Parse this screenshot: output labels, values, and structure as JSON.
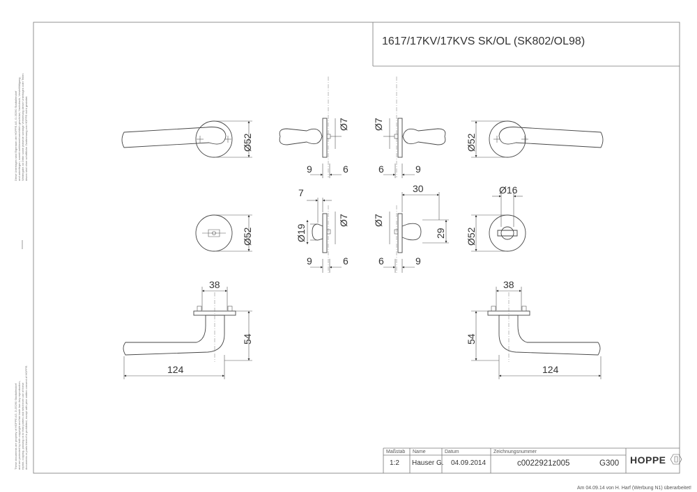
{
  "title": "1617/17KV/17KVS SK/OL (SK802/OL98)",
  "side_notes": {
    "german_lines": [
      "Diese Unterlagen sind Eigentum der HOPPE AG, D-35260 Stadtallendorf",
      "und unterliegen, soweit wettbewerbsrechtlich geschützt, Nachdruck, Vervielfältigung,",
      "Weitergabe an Dritte sowie jedwede sonstige Verwertung dieser Unterlagen oder Teilen",
      "davon sind ohne schriftliche Zustimmung von HOPPE nicht gestattet."
    ],
    "english_lines": [
      "These documents are property of HOPPE AG, D-35260 Stadtallendorf",
      "and are protected by both copyright and fair trade law. Any reproduction,",
      "reprint, copying, passing on to third parties and whichever use of these",
      "documents or parts thereof is prohibited, except with prior written consent of HOPPE."
    ]
  },
  "dimensions": {
    "rosette_diameter": "Ø52",
    "pin_diameter": "Ø7",
    "nine": "9",
    "six": "6",
    "seven": "7",
    "thirty": "30",
    "turn_diameter": "Ø16",
    "knob_diameter": "Ø19",
    "twenty_nine": "29",
    "thirty_eight": "38",
    "fifty_four": "54",
    "one_twenty_four": "124"
  },
  "title_block": {
    "scale_label": "Maßstab",
    "scale_value": "1:2",
    "name_label": "Name",
    "name_value": "Hauser G.",
    "date_label": "Datum",
    "date_value": "04.09.2014",
    "drawing_no_label": "Zeichnungsnummer",
    "drawing_no_value": "c0022921z005",
    "series": "G300",
    "brand": "HOPPE"
  },
  "footer_note": "Am 04.09.14 von H. Harf (Werbung N1) überarbeitet!"
}
